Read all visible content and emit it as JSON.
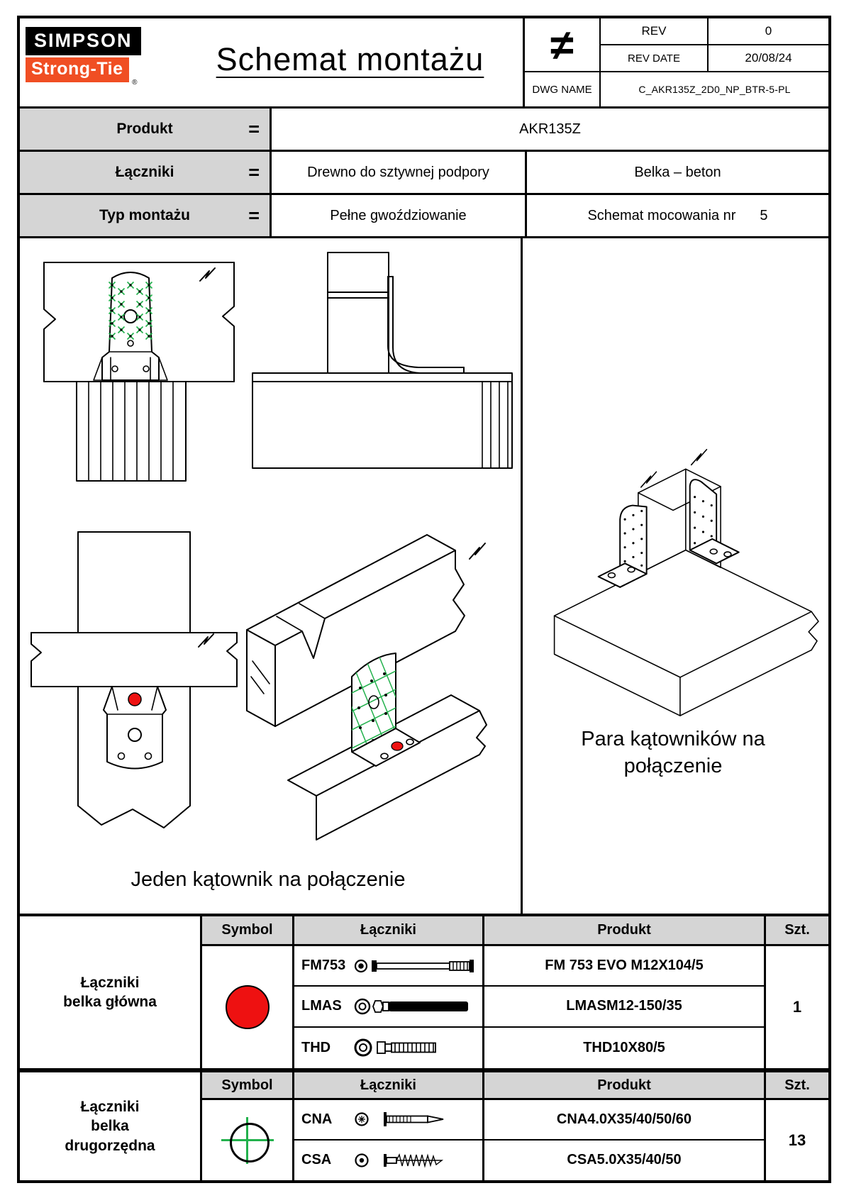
{
  "header": {
    "logo_line1": "SIMPSON",
    "logo_line2": "Strong-Tie",
    "logo_reg": "®",
    "title": "Schemat montażu",
    "neq_symbol": "≠",
    "rev_label": "REV",
    "rev_value": "0",
    "rev_date_label": "REV DATE",
    "rev_date_value": "20/08/24",
    "dwg_name_label": "DWG NAME",
    "dwg_name_value": "C_AKR135Z_2D0_NP_BTR-5-PL"
  },
  "info": {
    "eq": "=",
    "rows": [
      {
        "label": "Produkt",
        "value": "AKR135Z"
      },
      {
        "label": "Łączniki",
        "value1": "Drewno do sztywnej podpory",
        "value2": "Belka – beton"
      },
      {
        "label": "Typ montażu",
        "value1": "Pełne gwoździowanie",
        "value2": "Schemat mocowania nr",
        "value2_num": "5"
      }
    ]
  },
  "drawings": {
    "caption_single": "Jeden kątownik na połączenie",
    "caption_pair": "Para kątowników na połączenie"
  },
  "table_main": {
    "group_label": "Łączniki\nbelka główna",
    "headers": {
      "symbol": "Symbol",
      "fasteners": "Łączniki",
      "product": "Produkt",
      "qty": "Szt."
    },
    "rows": [
      {
        "code": "FM753",
        "icon": "anchor-bolt-icon",
        "product": "FM 753 EVO M12X104/5"
      },
      {
        "code": "LMAS",
        "icon": "sleeve-anchor-icon",
        "product": "LMASM12-150/35"
      },
      {
        "code": "THD",
        "icon": "concrete-screw-icon",
        "product": "THD10X80/5"
      }
    ],
    "qty": "1",
    "symbol": "red-circle-marker"
  },
  "table_secondary": {
    "group_label": "Łączniki\nbelka\ndrugorzędna",
    "headers": {
      "symbol": "Symbol",
      "fasteners": "Łączniki",
      "product": "Produkt",
      "qty": "Szt."
    },
    "rows": [
      {
        "code": "CNA",
        "icon": "ring-nail-icon",
        "product": "CNA4.0X35/40/50/60"
      },
      {
        "code": "CSA",
        "icon": "wood-screw-icon",
        "product": "CSA5.0X35/40/50"
      }
    ],
    "qty": "13",
    "symbol": "green-crosshair-marker"
  },
  "colors": {
    "brand_orange": "#f04e23",
    "marker_red": "#ee1111",
    "nail_green": "#22b14c",
    "header_gray": "#d5d5d5"
  }
}
